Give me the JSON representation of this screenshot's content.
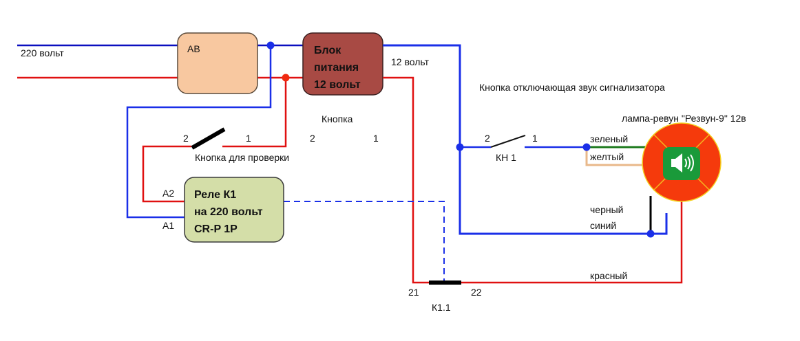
{
  "colors": {
    "phase_blue": "#0a0fbf",
    "bright_blue": "#1a2fe8",
    "red": "#e01010",
    "green_wire": "#1d7a1d",
    "yellow_wire": "#e8b88a",
    "black_wire": "#000000",
    "breaker_fill": "#f8c8a0",
    "psu_fill": "#a84a44",
    "relay_fill": "#d4dea8",
    "lamp_red": "#f53a0c",
    "lamp_rim": "#f5d020",
    "lamp_icon_bg": "#1a9a3a"
  },
  "labels": {
    "supply": "220 вольт",
    "breaker": "АВ",
    "psu_line1": "Блок",
    "psu_line2": "питания",
    "psu_line3": "12 вольт",
    "psu_out": "12 вольт",
    "mute_button_caption": "Кнопка отключающая звук сигнализатора",
    "lamp_caption": "лампа-ревун \"Резвун-9\" 12в",
    "button_heading": "Кнопка",
    "test_sw_pin2": "2",
    "test_sw_pin1": "1",
    "extra_pin2": "2",
    "extra_pin1": "1",
    "test_button_caption": "Кнопка для проверки",
    "relay_line1": "Реле  К1",
    "relay_line2": "на 220 вольт",
    "relay_line3": "CR-P 1P",
    "relay_a2": "A2",
    "relay_a1": "A1",
    "kn1_pin2": "2",
    "kn1_pin1": "1",
    "kn1": "КН 1",
    "wire_green": "зеленый",
    "wire_yellow": "желтый",
    "wire_black": "черный",
    "wire_blue": "синий",
    "wire_red": "красный",
    "contact_21": "21",
    "contact_22": "22",
    "contact_name": "К1.1"
  }
}
